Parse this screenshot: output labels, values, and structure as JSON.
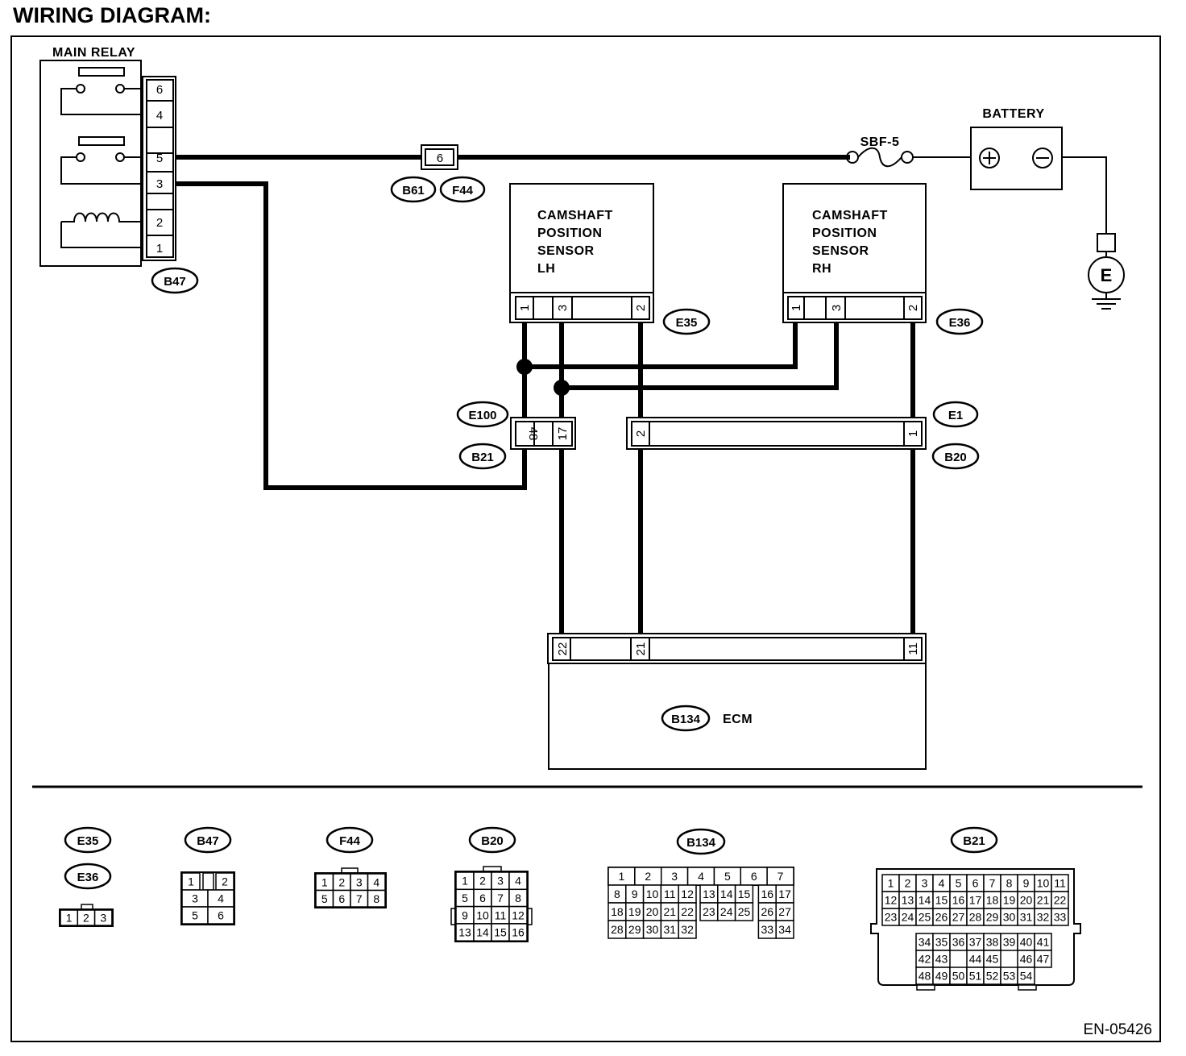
{
  "title": "WIRING DIAGRAM:",
  "doc_code": "EN-05426",
  "components": {
    "main_relay": "MAIN RELAY",
    "battery": "BATTERY",
    "fuse": "SBF-5",
    "ground": "E",
    "cam_lh": [
      "CAMSHAFT",
      "POSITION",
      "SENSOR",
      "LH"
    ],
    "cam_rh": [
      "CAMSHAFT",
      "POSITION",
      "SENSOR",
      "RH"
    ],
    "ecm": "ECM"
  },
  "relay_pins": [
    "6",
    "4",
    "5",
    "3",
    "2",
    "1"
  ],
  "pins": {
    "f44": "6",
    "lh": [
      "1",
      "3",
      "2"
    ],
    "rh": [
      "1",
      "3",
      "2"
    ],
    "b21": [
      "48",
      "17"
    ],
    "b20": [
      "2",
      "1"
    ],
    "ecm": [
      "22",
      "21",
      "11"
    ]
  },
  "tags": {
    "b47": "B47",
    "b61": "B61",
    "f44": "F44",
    "e35": "E35",
    "e36": "E36",
    "e100": "E100",
    "b21": "B21",
    "e1": "E1",
    "b20": "B20",
    "b134": "B134"
  },
  "legend": {
    "e35": {
      "tag": "E35",
      "tag2": "E36",
      "rows": [
        [
          "1",
          "2",
          "3"
        ]
      ]
    },
    "b47": {
      "tag": "B47",
      "rows": [
        [
          "1",
          "2"
        ],
        [
          "3",
          "4"
        ],
        [
          "5",
          "6"
        ]
      ]
    },
    "f44": {
      "tag": "F44",
      "rows": [
        [
          "1",
          "2",
          "3",
          "4"
        ],
        [
          "5",
          "6",
          "7",
          "8"
        ]
      ]
    },
    "b20": {
      "tag": "B20",
      "rows": [
        [
          "1",
          "2",
          "3",
          "4"
        ],
        [
          "5",
          "6",
          "7",
          "8"
        ],
        [
          "9",
          "10",
          "11",
          "12"
        ],
        [
          "13",
          "14",
          "15",
          "16"
        ]
      ]
    },
    "b134": {
      "tag": "B134",
      "rows": [
        [
          "1",
          "2",
          "3",
          "4",
          "5",
          "6",
          "7"
        ],
        [
          "8",
          "9",
          "10",
          "11",
          "12",
          "13",
          "14",
          "15",
          "16",
          "17"
        ],
        [
          "18",
          "19",
          "20",
          "21",
          "22",
          "23",
          "24",
          "25",
          "26",
          "27"
        ],
        [
          "28",
          "29",
          "30",
          "31",
          "32",
          "33",
          "34"
        ]
      ]
    },
    "b21": {
      "tag": "B21",
      "rows": [
        [
          "1",
          "2",
          "3",
          "4",
          "5",
          "6",
          "7",
          "8",
          "9",
          "10",
          "11"
        ],
        [
          "12",
          "13",
          "14",
          "15",
          "16",
          "17",
          "18",
          "19",
          "20",
          "21",
          "22"
        ],
        [
          "23",
          "24",
          "25",
          "26",
          "27",
          "28",
          "29",
          "30",
          "31",
          "32",
          "33"
        ],
        [
          "34",
          "35",
          "36",
          "37",
          "38",
          "39",
          "40",
          "41"
        ],
        [
          "42",
          "43",
          "44",
          "45",
          "46",
          "47"
        ],
        [
          "48",
          "49",
          "50",
          "51",
          "52",
          "53",
          "54"
        ]
      ]
    }
  }
}
